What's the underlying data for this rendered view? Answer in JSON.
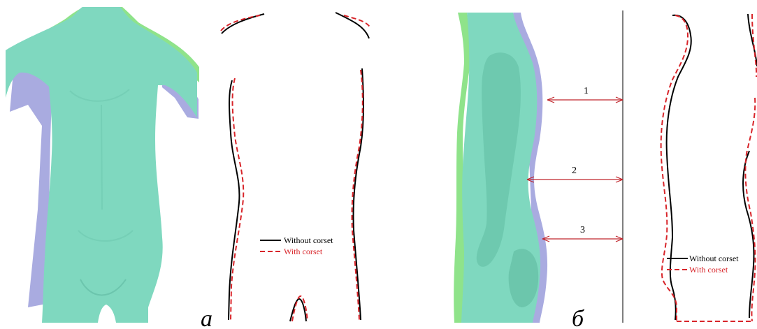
{
  "colors": {
    "body_fill": "#7fd8bf",
    "body_shadow": "#5fb9a1",
    "green_layer": "#8fe38a",
    "blue_layer": "#a9abe0",
    "without_color": "#000000",
    "with_color": "#d8252a",
    "arrow_color": "#c0262c"
  },
  "panel_a": {
    "letter": "a",
    "legend": {
      "without": "Without corset",
      "with": "With corset"
    }
  },
  "panel_b": {
    "letter": "б",
    "legend": {
      "without": "Without corset",
      "with": "With corset"
    },
    "measure_labels": [
      "1",
      "2",
      "3"
    ]
  }
}
